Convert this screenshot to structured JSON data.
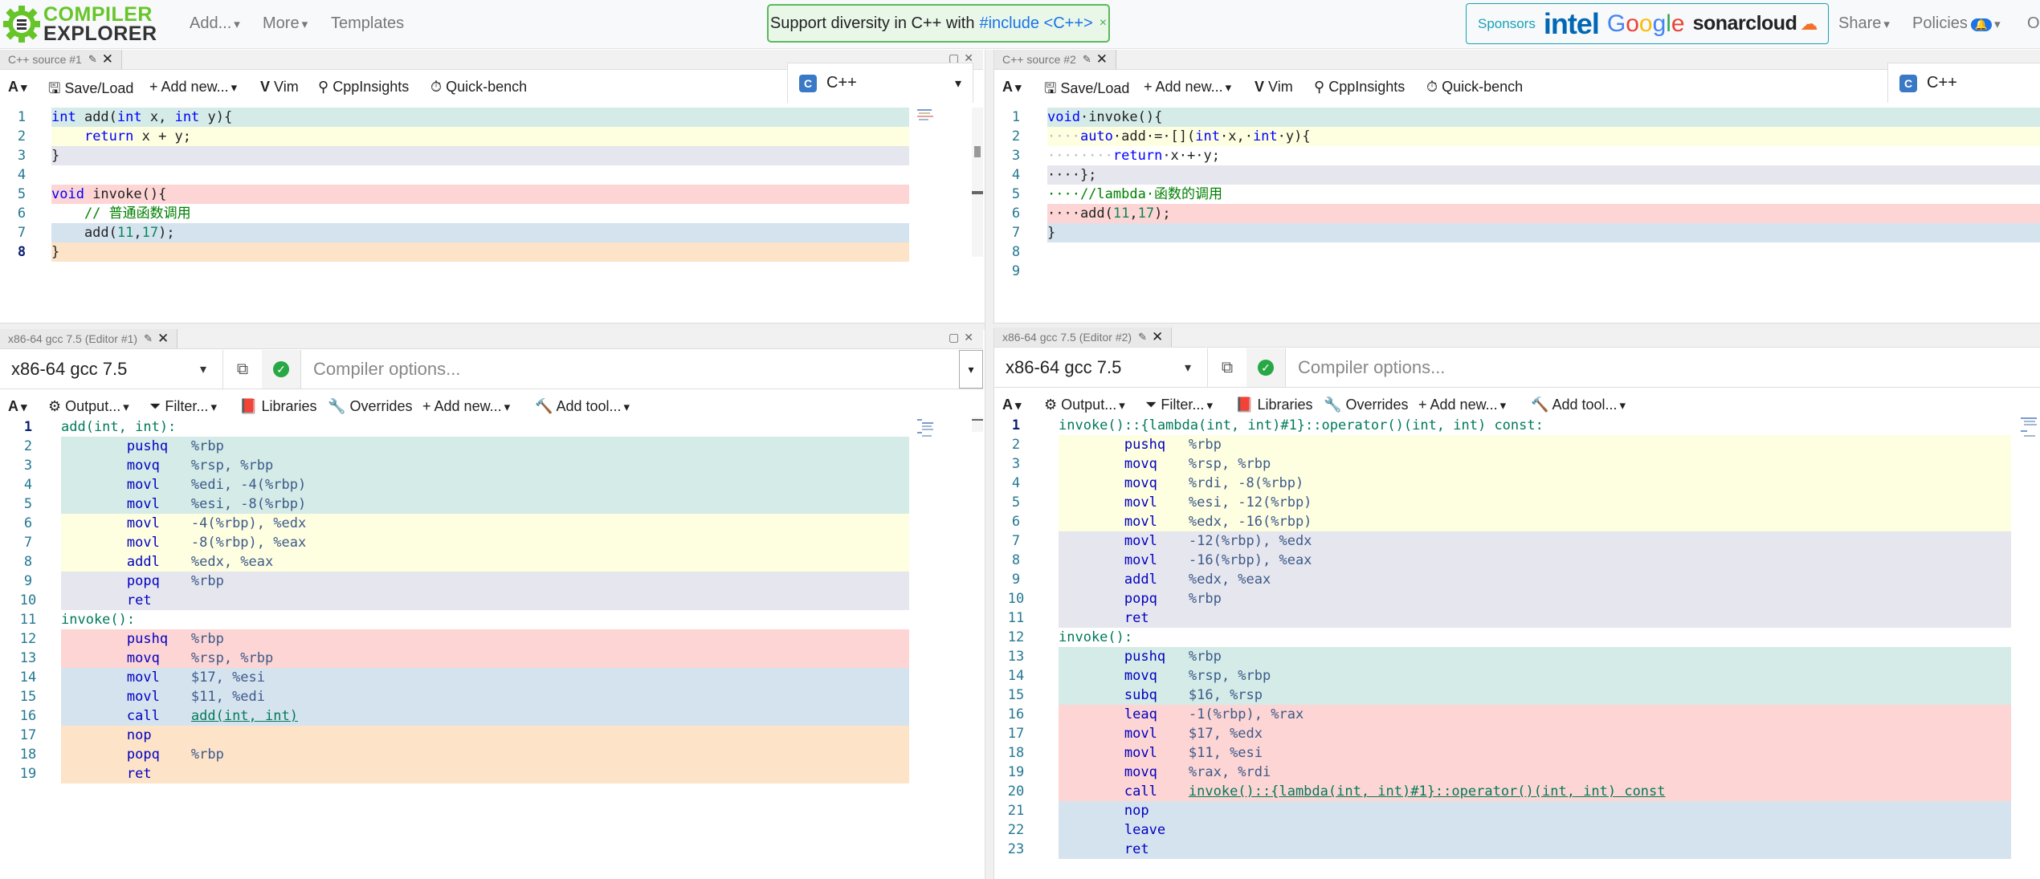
{
  "nav": {
    "logo_line1": "COMPILER",
    "logo_line2": "EXPLORER",
    "add": "Add...",
    "more": "More",
    "templates": "Templates",
    "promo_text": "Support diversity in C++ with",
    "promo_link": "#include <C++>",
    "promo_close": "×",
    "sponsors_label": "Sponsors",
    "sponsor_intel": "intel",
    "sponsor_google": "Google",
    "sponsor_sonar": "sonarcloud",
    "share": "Share",
    "policies": "Policies",
    "policies_badge": "🔔",
    "other": "O"
  },
  "colors": {
    "brand_green": "#67c52a",
    "promo_border": "#5cb85c",
    "sponsor_teal": "#17a2b8"
  },
  "src1": {
    "tab": "C++ source #1",
    "toolbar": {
      "font": "A",
      "save": "Save/Load",
      "add_new": "Add new...",
      "vim": "Vim",
      "cppinsights": "CppInsights",
      "quickbench": "Quick-bench"
    },
    "lang": "C++",
    "lines": [
      "1",
      "2",
      "3",
      "4",
      "5",
      "6",
      "7",
      "8"
    ]
  },
  "src2": {
    "tab": "C++ source #2",
    "toolbar": {
      "font": "A",
      "save": "Save/Load",
      "add_new": "Add new...",
      "vim": "Vim",
      "cppinsights": "CppInsights",
      "quickbench": "Quick-bench"
    },
    "lang": "C++",
    "lines": [
      "1",
      "2",
      "3",
      "4",
      "5",
      "6",
      "7",
      "8",
      "9"
    ]
  },
  "comp1": {
    "tab": "x86-64 gcc 7.5 (Editor #1)",
    "compiler": "x86-64 gcc 7.5",
    "options_placeholder": "Compiler options...",
    "toolbar": {
      "font": "A",
      "output": "Output...",
      "filter": "Filter...",
      "libraries": "Libraries",
      "overrides": "Overrides",
      "add_new": "Add new...",
      "add_tool": "Add tool..."
    },
    "lines": [
      "1",
      "2",
      "3",
      "4",
      "5",
      "6",
      "7",
      "8",
      "9",
      "10",
      "11",
      "12",
      "13",
      "14",
      "15",
      "16",
      "17",
      "18",
      "19"
    ]
  },
  "comp2": {
    "tab": "x86-64 gcc 7.5 (Editor #2)",
    "compiler": "x86-64 gcc 7.5",
    "options_placeholder": "Compiler options...",
    "toolbar": {
      "font": "A",
      "output": "Output...",
      "filter": "Filter...",
      "libraries": "Libraries",
      "overrides": "Overrides",
      "add_new": "Add new...",
      "add_tool": "Add tool..."
    },
    "lines": [
      "1",
      "2",
      "3",
      "4",
      "5",
      "6",
      "7",
      "8",
      "9",
      "10",
      "11",
      "12",
      "13",
      "14",
      "15",
      "16",
      "17",
      "18",
      "19",
      "20",
      "21",
      "22",
      "23"
    ]
  },
  "code1": {
    "l1a": "int",
    "l1b": " add(",
    "l1c": "int",
    "l1d": " x, ",
    "l1e": "int",
    "l1f": " y){",
    "l2a": "    ",
    "l2b": "return",
    "l2c": " x + y;",
    "l3": "}",
    "l5a": "void",
    "l5b": " invoke(){",
    "l6": "    // 普通函数调用",
    "l7a": "    add(",
    "l7b": "11",
    "l7c": ",",
    "l7d": "17",
    "l7e": ");",
    "l8": "}"
  },
  "code2": {
    "l1a": "void",
    "l1b": "·invoke(){",
    "l2a": "····",
    "l2b": "auto",
    "l2c": "·add·=·[](",
    "l2d": "int",
    "l2e": "·x,·",
    "l2f": "int",
    "l2g": "·y){",
    "l3a": "········",
    "l3b": "return",
    "l3c": "·x·+·y;",
    "l4": "····};",
    "l5": "····//lambda·函数的调用",
    "l6a": "····add(",
    "l6b": "11",
    "l6c": ",",
    "l6d": "17",
    "l6e": ");",
    "l7": "}"
  },
  "asm1": {
    "l1": "add(int, int):",
    "l2i": "pushq",
    "l2o": "%rbp",
    "l3i": "movq",
    "l3o": "%rsp, %rbp",
    "l4i": "movl",
    "l4o": "%edi, -4(%rbp)",
    "l5i": "movl",
    "l5o": "%esi, -8(%rbp)",
    "l6i": "movl",
    "l6o": "-4(%rbp), %edx",
    "l7i": "movl",
    "l7o": "-8(%rbp), %eax",
    "l8i": "addl",
    "l8o": "%edx, %eax",
    "l9i": "popq",
    "l9o": "%rbp",
    "l10i": "ret",
    "l11": "invoke():",
    "l12i": "pushq",
    "l12o": "%rbp",
    "l13i": "movq",
    "l13o": "%rsp, %rbp",
    "l14i": "movl",
    "l14o": "$17, %esi",
    "l15i": "movl",
    "l15o": "$11, %edi",
    "l16i": "call",
    "l16o": "add(int, int)",
    "l17i": "nop",
    "l18i": "popq",
    "l18o": "%rbp",
    "l19i": "ret"
  },
  "asm2": {
    "l1": "invoke()::{lambda(int, int)#1}::operator()(int, int) const:",
    "l2i": "pushq",
    "l2o": "%rbp",
    "l3i": "movq",
    "l3o": "%rsp, %rbp",
    "l4i": "movq",
    "l4o": "%rdi, -8(%rbp)",
    "l5i": "movl",
    "l5o": "%esi, -12(%rbp)",
    "l6i": "movl",
    "l6o": "%edx, -16(%rbp)",
    "l7i": "movl",
    "l7o": "-12(%rbp), %edx",
    "l8i": "movl",
    "l8o": "-16(%rbp), %eax",
    "l9i": "addl",
    "l9o": "%edx, %eax",
    "l10i": "popq",
    "l10o": "%rbp",
    "l11i": "ret",
    "l12": "invoke():",
    "l13i": "pushq",
    "l13o": "%rbp",
    "l14i": "movq",
    "l14o": "%rsp, %rbp",
    "l15i": "subq",
    "l15o": "$16, %rsp",
    "l16i": "leaq",
    "l16o": "-1(%rbp), %rax",
    "l17i": "movl",
    "l17o": "$17, %edx",
    "l18i": "movl",
    "l18o": "$11, %esi",
    "l19i": "movq",
    "l19o": "%rax, %rdi",
    "l20i": "call",
    "l20o": "invoke()::{lambda(int, int)#1}::operator()(int, int) const",
    "l21i": "nop",
    "l22i": "leave",
    "l23i": "ret"
  }
}
